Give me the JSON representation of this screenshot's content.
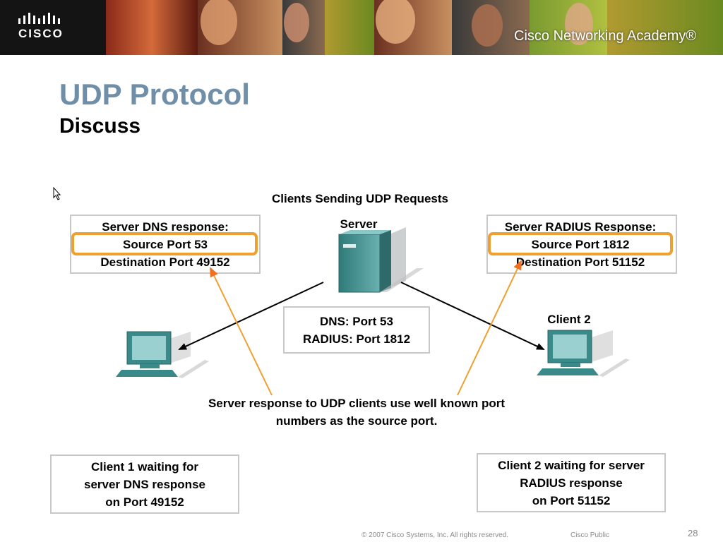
{
  "header": {
    "logo_text": "CISCO",
    "academy_text": "Cisco Networking Academy®"
  },
  "slide": {
    "title": "UDP Protocol",
    "subtitle": "Discuss"
  },
  "diagram": {
    "heading": "Clients Sending UDP  Requests",
    "server_label": "Server",
    "client2_label": "Client 2",
    "dns_box": [
      "Server DNS response:",
      "Source Port 53",
      "Destination Port 49152"
    ],
    "radius_box": [
      "Server RADIUS Response:",
      "Source Port 1812",
      "Destination Port 51152"
    ],
    "ports_box": [
      "DNS: Port 53",
      "RADIUS: Port 1812"
    ],
    "note": [
      "Server response to UDP clients use well known port",
      "numbers as the source port."
    ],
    "client1_box": [
      "Client 1 waiting for",
      "server DNS response",
      "on Port 49152"
    ],
    "client2_box": [
      "Client 2 waiting for server",
      "RADIUS response",
      "on Port 51152"
    ]
  },
  "colors": {
    "title": "#6f8fa8",
    "highlight": "#f0a030",
    "arrow_orange": "#f0a030",
    "device": "#4a9a9a"
  },
  "footer": {
    "copyright": "© 2007 Cisco Systems, Inc. All rights reserved.",
    "classification": "Cisco Public",
    "page": "28"
  }
}
